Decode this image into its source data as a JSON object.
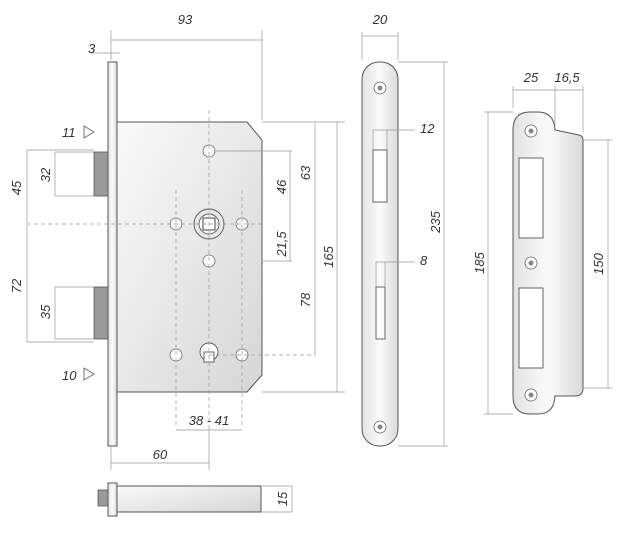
{
  "dimensions": {
    "lock_width": "93",
    "faceplate_thickness": "3",
    "latch_to_spindle": "45",
    "latch_height": "32",
    "spindle_to_bolt": "72",
    "bolt_height": "35",
    "latch_projection": "11",
    "bolt_projection": "10",
    "backset": "60",
    "cylinder_range": "38 - 41",
    "spindle_to_top": "46",
    "body_upper": "63",
    "spindle_to_follower": "21,5",
    "body_height": "165",
    "spindle_to_lower_hole": "78",
    "faceplate_width": "20",
    "latch_slot_width": "12",
    "bolt_slot_width": "8",
    "faceplate_length": "235",
    "strike_width": "25",
    "strike_lip": "16,5",
    "strike_length": "185",
    "strike_height": "150",
    "top_view_thickness": "15"
  },
  "colors": {
    "metal_light": "#f4f4f4",
    "metal_dark": "#cfcfcf",
    "outline": "#555555",
    "dimension_text": "#333333"
  }
}
